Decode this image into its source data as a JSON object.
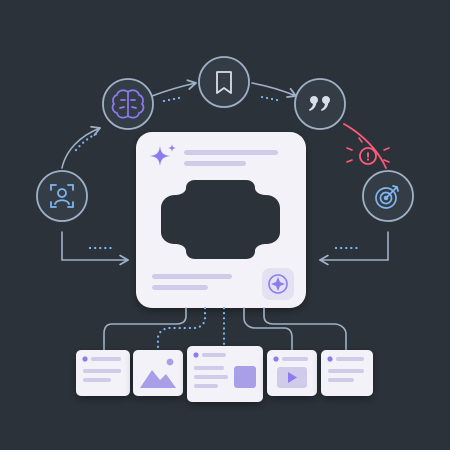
{
  "colors": {
    "background": "#2b3239",
    "node_fill": "#343d46",
    "node_stroke": "#9fb1c6",
    "connector": "#9fb1c6",
    "accent_purple": "#8b7cf0",
    "accent_blue": "#7fb6f0",
    "accent_red": "#ff5a78",
    "card_fill": "#f3f2f8",
    "placeholder": "#cfcbe8"
  },
  "cycle_nodes": [
    {
      "id": "face-scan",
      "icon": "face-scan-icon"
    },
    {
      "id": "brain",
      "icon": "brain-icon"
    },
    {
      "id": "bookmark",
      "icon": "bookmark-icon"
    },
    {
      "id": "quote",
      "icon": "quote-icon"
    },
    {
      "id": "target",
      "icon": "target-icon"
    }
  ],
  "warning": {
    "icon": "warning-icon",
    "glyph": "!"
  },
  "central_card": {
    "icon": "sparkle-icon",
    "action_icon": "compass-icon"
  },
  "output_cards": [
    {
      "kind": "text"
    },
    {
      "kind": "image"
    },
    {
      "kind": "text-with-thumbnail"
    },
    {
      "kind": "video"
    },
    {
      "kind": "text"
    }
  ]
}
